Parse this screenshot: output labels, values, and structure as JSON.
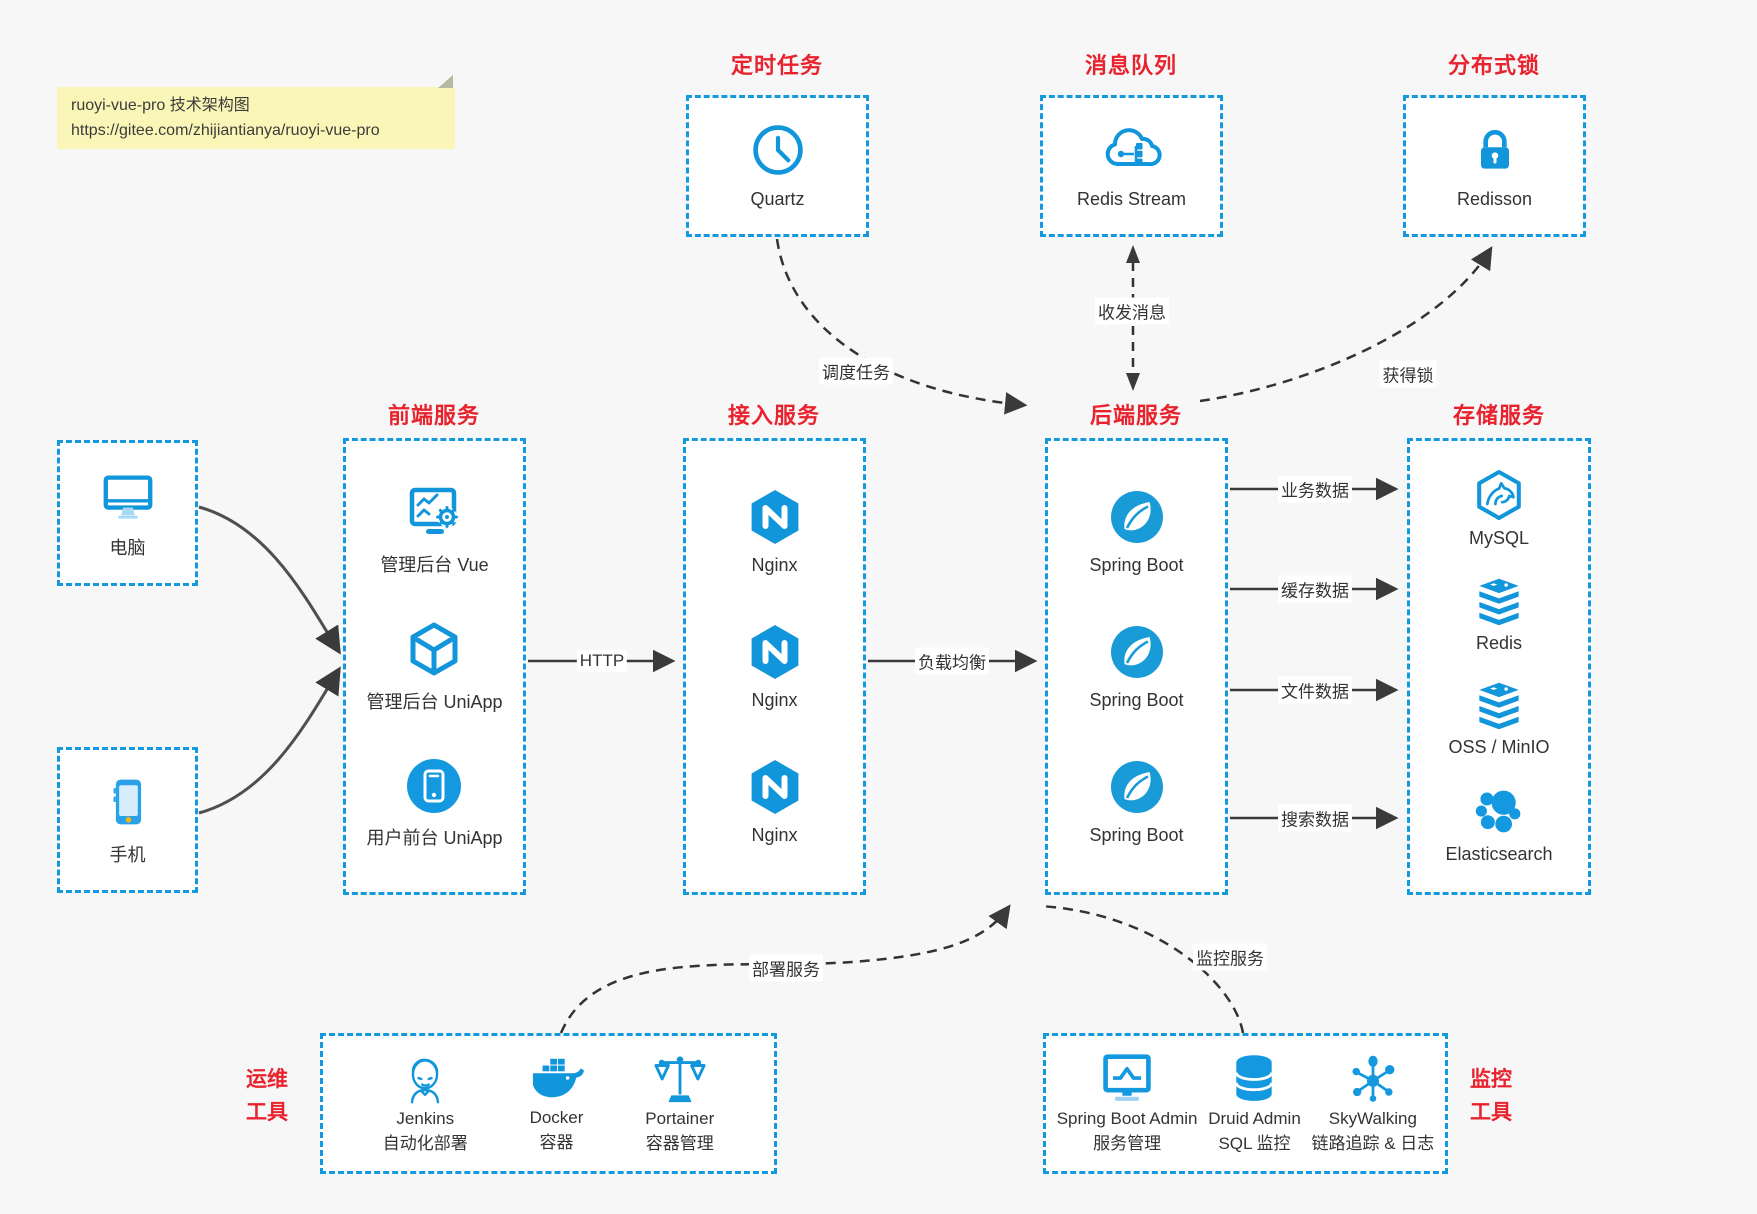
{
  "note": {
    "line1": "ruoyi-vue-pro 技术架构图",
    "line2": "https://gitee.com/zhijiantianya/ruoyi-vue-pro"
  },
  "groups": {
    "scheduler": {
      "title": "定时任务",
      "item": {
        "icon": "clock-icon",
        "label": "Quartz"
      }
    },
    "mq": {
      "title": "消息队列",
      "item": {
        "icon": "cloud-stream-icon",
        "label": "Redis Stream"
      }
    },
    "lock": {
      "title": "分布式锁",
      "item": {
        "icon": "lock-icon",
        "label": "Redisson"
      }
    },
    "clients": {
      "pc": {
        "icon": "desktop-icon",
        "label": "电脑"
      },
      "phone": {
        "icon": "smartphone-icon",
        "label": "手机"
      }
    },
    "frontend": {
      "title": "前端服务",
      "items": [
        {
          "icon": "admin-vue-icon",
          "label": "管理后台 Vue"
        },
        {
          "icon": "cube-icon",
          "label": "管理后台 UniApp"
        },
        {
          "icon": "user-app-icon",
          "label": "用户前台 UniApp"
        }
      ]
    },
    "gateway": {
      "title": "接入服务",
      "items": [
        {
          "icon": "nginx-icon",
          "label": "Nginx"
        },
        {
          "icon": "nginx-icon",
          "label": "Nginx"
        },
        {
          "icon": "nginx-icon",
          "label": "Nginx"
        }
      ]
    },
    "backend": {
      "title": "后端服务",
      "items": [
        {
          "icon": "spring-boot-icon",
          "label": "Spring Boot"
        },
        {
          "icon": "spring-boot-icon",
          "label": "Spring Boot"
        },
        {
          "icon": "spring-boot-icon",
          "label": "Spring Boot"
        }
      ]
    },
    "storage": {
      "title": "存储服务",
      "items": [
        {
          "icon": "mysql-icon",
          "label": "MySQL"
        },
        {
          "icon": "redis-icon",
          "label": "Redis"
        },
        {
          "icon": "redis-icon",
          "label": "OSS / MinIO"
        },
        {
          "icon": "elasticsearch-icon",
          "label": "Elasticsearch"
        }
      ]
    },
    "ops": {
      "title_line1": "运维",
      "title_line2": "工具",
      "items": [
        {
          "icon": "jenkins-icon",
          "label": "Jenkins",
          "sublabel": "自动化部署"
        },
        {
          "icon": "docker-icon",
          "label": "Docker",
          "sublabel": "容器"
        },
        {
          "icon": "portainer-icon",
          "label": "Portainer",
          "sublabel": "容器管理"
        }
      ]
    },
    "monitoring": {
      "title_line1": "监控",
      "title_line2": "工具",
      "items": [
        {
          "icon": "spring-boot-admin-icon",
          "label": "Spring Boot Admin",
          "sublabel": "服务管理"
        },
        {
          "icon": "druid-icon",
          "label": "Druid Admin",
          "sublabel": "SQL 监控"
        },
        {
          "icon": "skywalking-icon",
          "label": "SkyWalking",
          "sublabel": "链路追踪 & 日志"
        }
      ]
    }
  },
  "edges": {
    "http": "HTTP",
    "load_balance": "负载均衡",
    "schedule": "调度任务",
    "message": "收发消息",
    "lock": "获得锁",
    "business": "业务数据",
    "cache": "缓存数据",
    "file": "文件数据",
    "search": "搜索数据",
    "deploy": "部署服务",
    "monitor": "监控服务"
  },
  "colors": {
    "accent_blue": "#1499e0",
    "icon_blue": "#1296db",
    "title_red": "#e8232e",
    "arrow_dark": "#3a3a3a",
    "note_bg": "#faf6b7",
    "background": "#f7f7f8"
  }
}
